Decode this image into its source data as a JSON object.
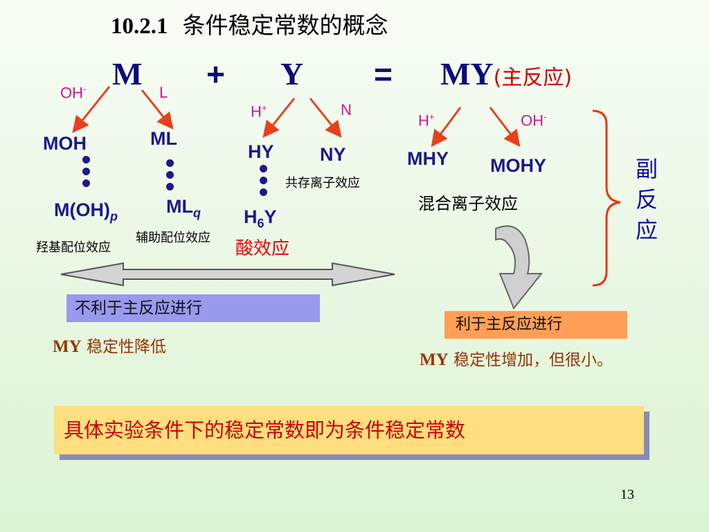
{
  "title": {
    "number": "10.2.1",
    "text": "条件稳定常数的概念"
  },
  "equation": {
    "m": "M",
    "plus": "+",
    "y": "Y",
    "equals": "=",
    "my": "MY",
    "main_reaction": "(主反应)"
  },
  "metal_branch": {
    "oh_label": "OH",
    "oh_charge": "-",
    "l_label": "L",
    "moh": "MOH",
    "ml": "ML",
    "m_oh_p": "M(OH)",
    "p_sub": "p",
    "ml_q": "ML",
    "q_sub": "q",
    "hydroxo_effect": "羟基配位效应",
    "auxiliary_effect": "辅助配位效应"
  },
  "ligand_branch": {
    "h_label": "H",
    "h_charge": "+",
    "n_label": "N",
    "hy": "HY",
    "ny": "NY",
    "h6y_h": "H",
    "h6y_sub": "6",
    "h6y_y": "Y",
    "acid_effect": "酸效应",
    "coexisting_effect": "共存离子效应"
  },
  "complex_branch": {
    "h_label": "H",
    "h_charge": "+",
    "oh_label": "OH",
    "oh_charge": "-",
    "mhy": "MHY",
    "mohy": "MOHY",
    "mixed_effect": "混合离子效应"
  },
  "side_reaction_label": "副反应",
  "unfavorable_box": "不利于主反应进行",
  "stability_decrease": {
    "my": "MY",
    "text": " 稳定性降低"
  },
  "favorable_box": "利于主反应进行",
  "stability_increase": {
    "my": "MY",
    "text": " 稳定性增加，但很小。"
  },
  "conclusion": "具体实验条件下的稳定常数即为条件稳定常数",
  "page_number": "13",
  "colors": {
    "arrow_red": "#e8401c",
    "bracket": "#ee3311",
    "dark_blue": "#1a1a8a",
    "magenta": "#d4148a"
  }
}
